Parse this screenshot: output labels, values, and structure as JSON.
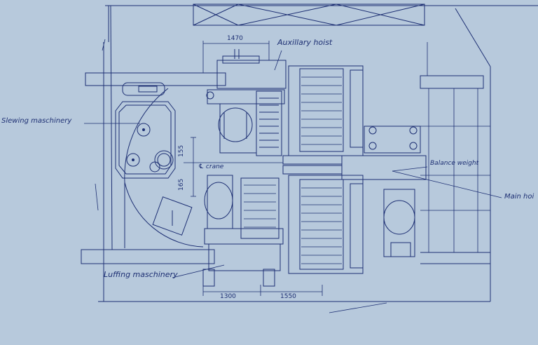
{
  "labels": {
    "auxiliary_hoist": "Auxillary hoist",
    "slewing_machinery": "Slewing maschinery",
    "luffing_machinery": "Luffing maschinery",
    "balance_weight": "Balance weight",
    "main_hoist": "Main hoi",
    "crane_centerline": "℄ crane"
  },
  "dimensions": {
    "top_width": "1470",
    "bottom_left": "1300",
    "bottom_right": "1550",
    "vertical_upper": "155",
    "vertical_lower": "165"
  },
  "colors": {
    "paper": "#b7c9dc",
    "line": "#1d2f73",
    "fill": "#e9eef5"
  }
}
